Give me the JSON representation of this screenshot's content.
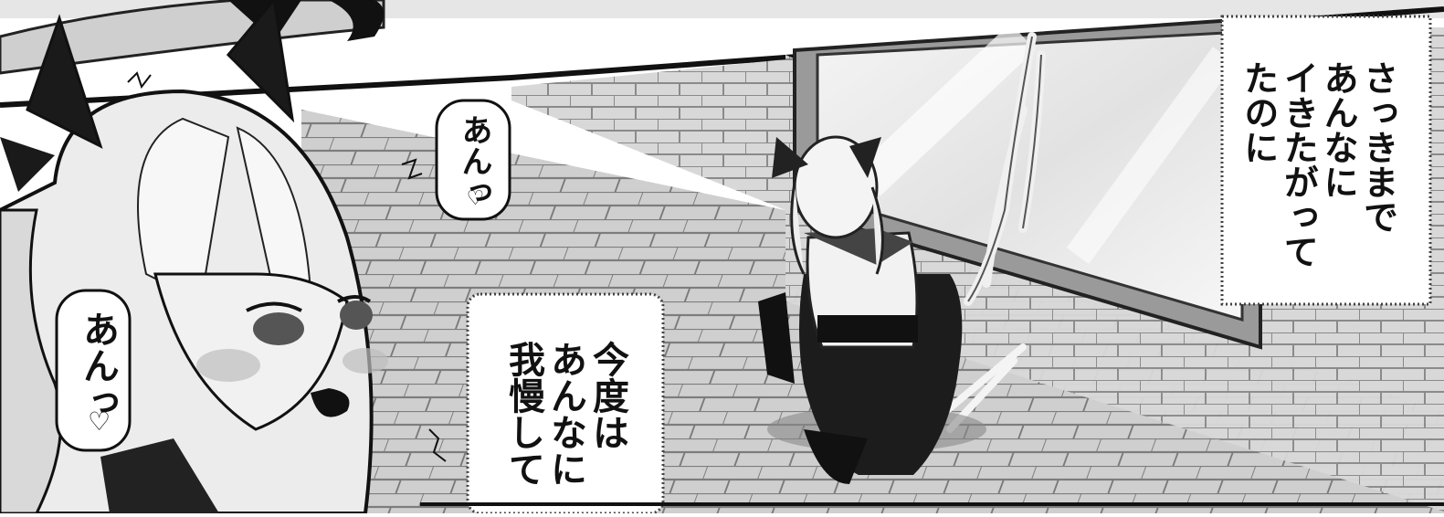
{
  "narration_top_right": {
    "lines": [
      "さっきまで",
      "あんなに",
      "イきたがって",
      "たのに"
    ]
  },
  "narration_center": {
    "lines": [
      "今度は",
      "あんなに",
      "我慢して"
    ]
  },
  "moan_bubble_center": {
    "text": "あんっ"
  },
  "moan_bubble_left": {
    "text": "あんっ"
  }
}
